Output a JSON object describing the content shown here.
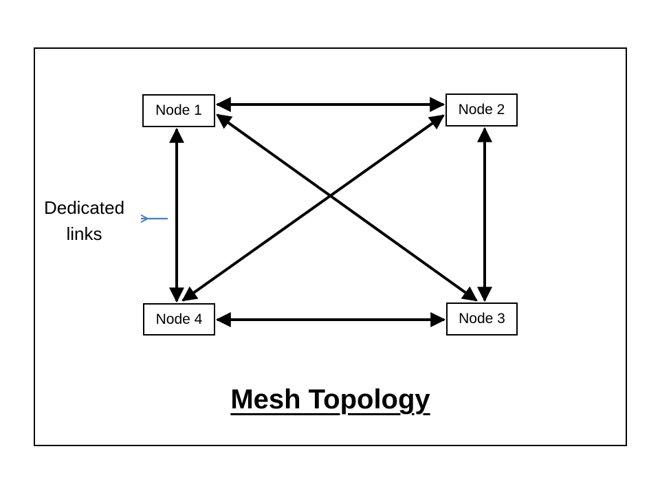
{
  "colors": {
    "ink": "#000000",
    "background": "#ffffff",
    "annotation_arrow_blue": "#4a7ebb"
  },
  "diagram": {
    "title": "Mesh Topology",
    "annotation": {
      "line1": "Dedicated",
      "line2": "links",
      "full_text": "Dedicated links"
    },
    "nodes": [
      {
        "label": "Node 1"
      },
      {
        "label": "Node 2"
      },
      {
        "label": "Node 3"
      },
      {
        "label": "Node 4"
      }
    ],
    "links": [
      {
        "from": "Node 1",
        "to": "Node 2",
        "style": "bidirectional-arrow"
      },
      {
        "from": "Node 4",
        "to": "Node 3",
        "style": "bidirectional-arrow"
      },
      {
        "from": "Node 1",
        "to": "Node 4",
        "style": "bidirectional-arrow"
      },
      {
        "from": "Node 2",
        "to": "Node 3",
        "style": "bidirectional-arrow"
      },
      {
        "from": "Node 1",
        "to": "Node 3",
        "style": "bidirectional-arrow"
      },
      {
        "from": "Node 2",
        "to": "Node 4",
        "style": "bidirectional-arrow"
      }
    ]
  }
}
